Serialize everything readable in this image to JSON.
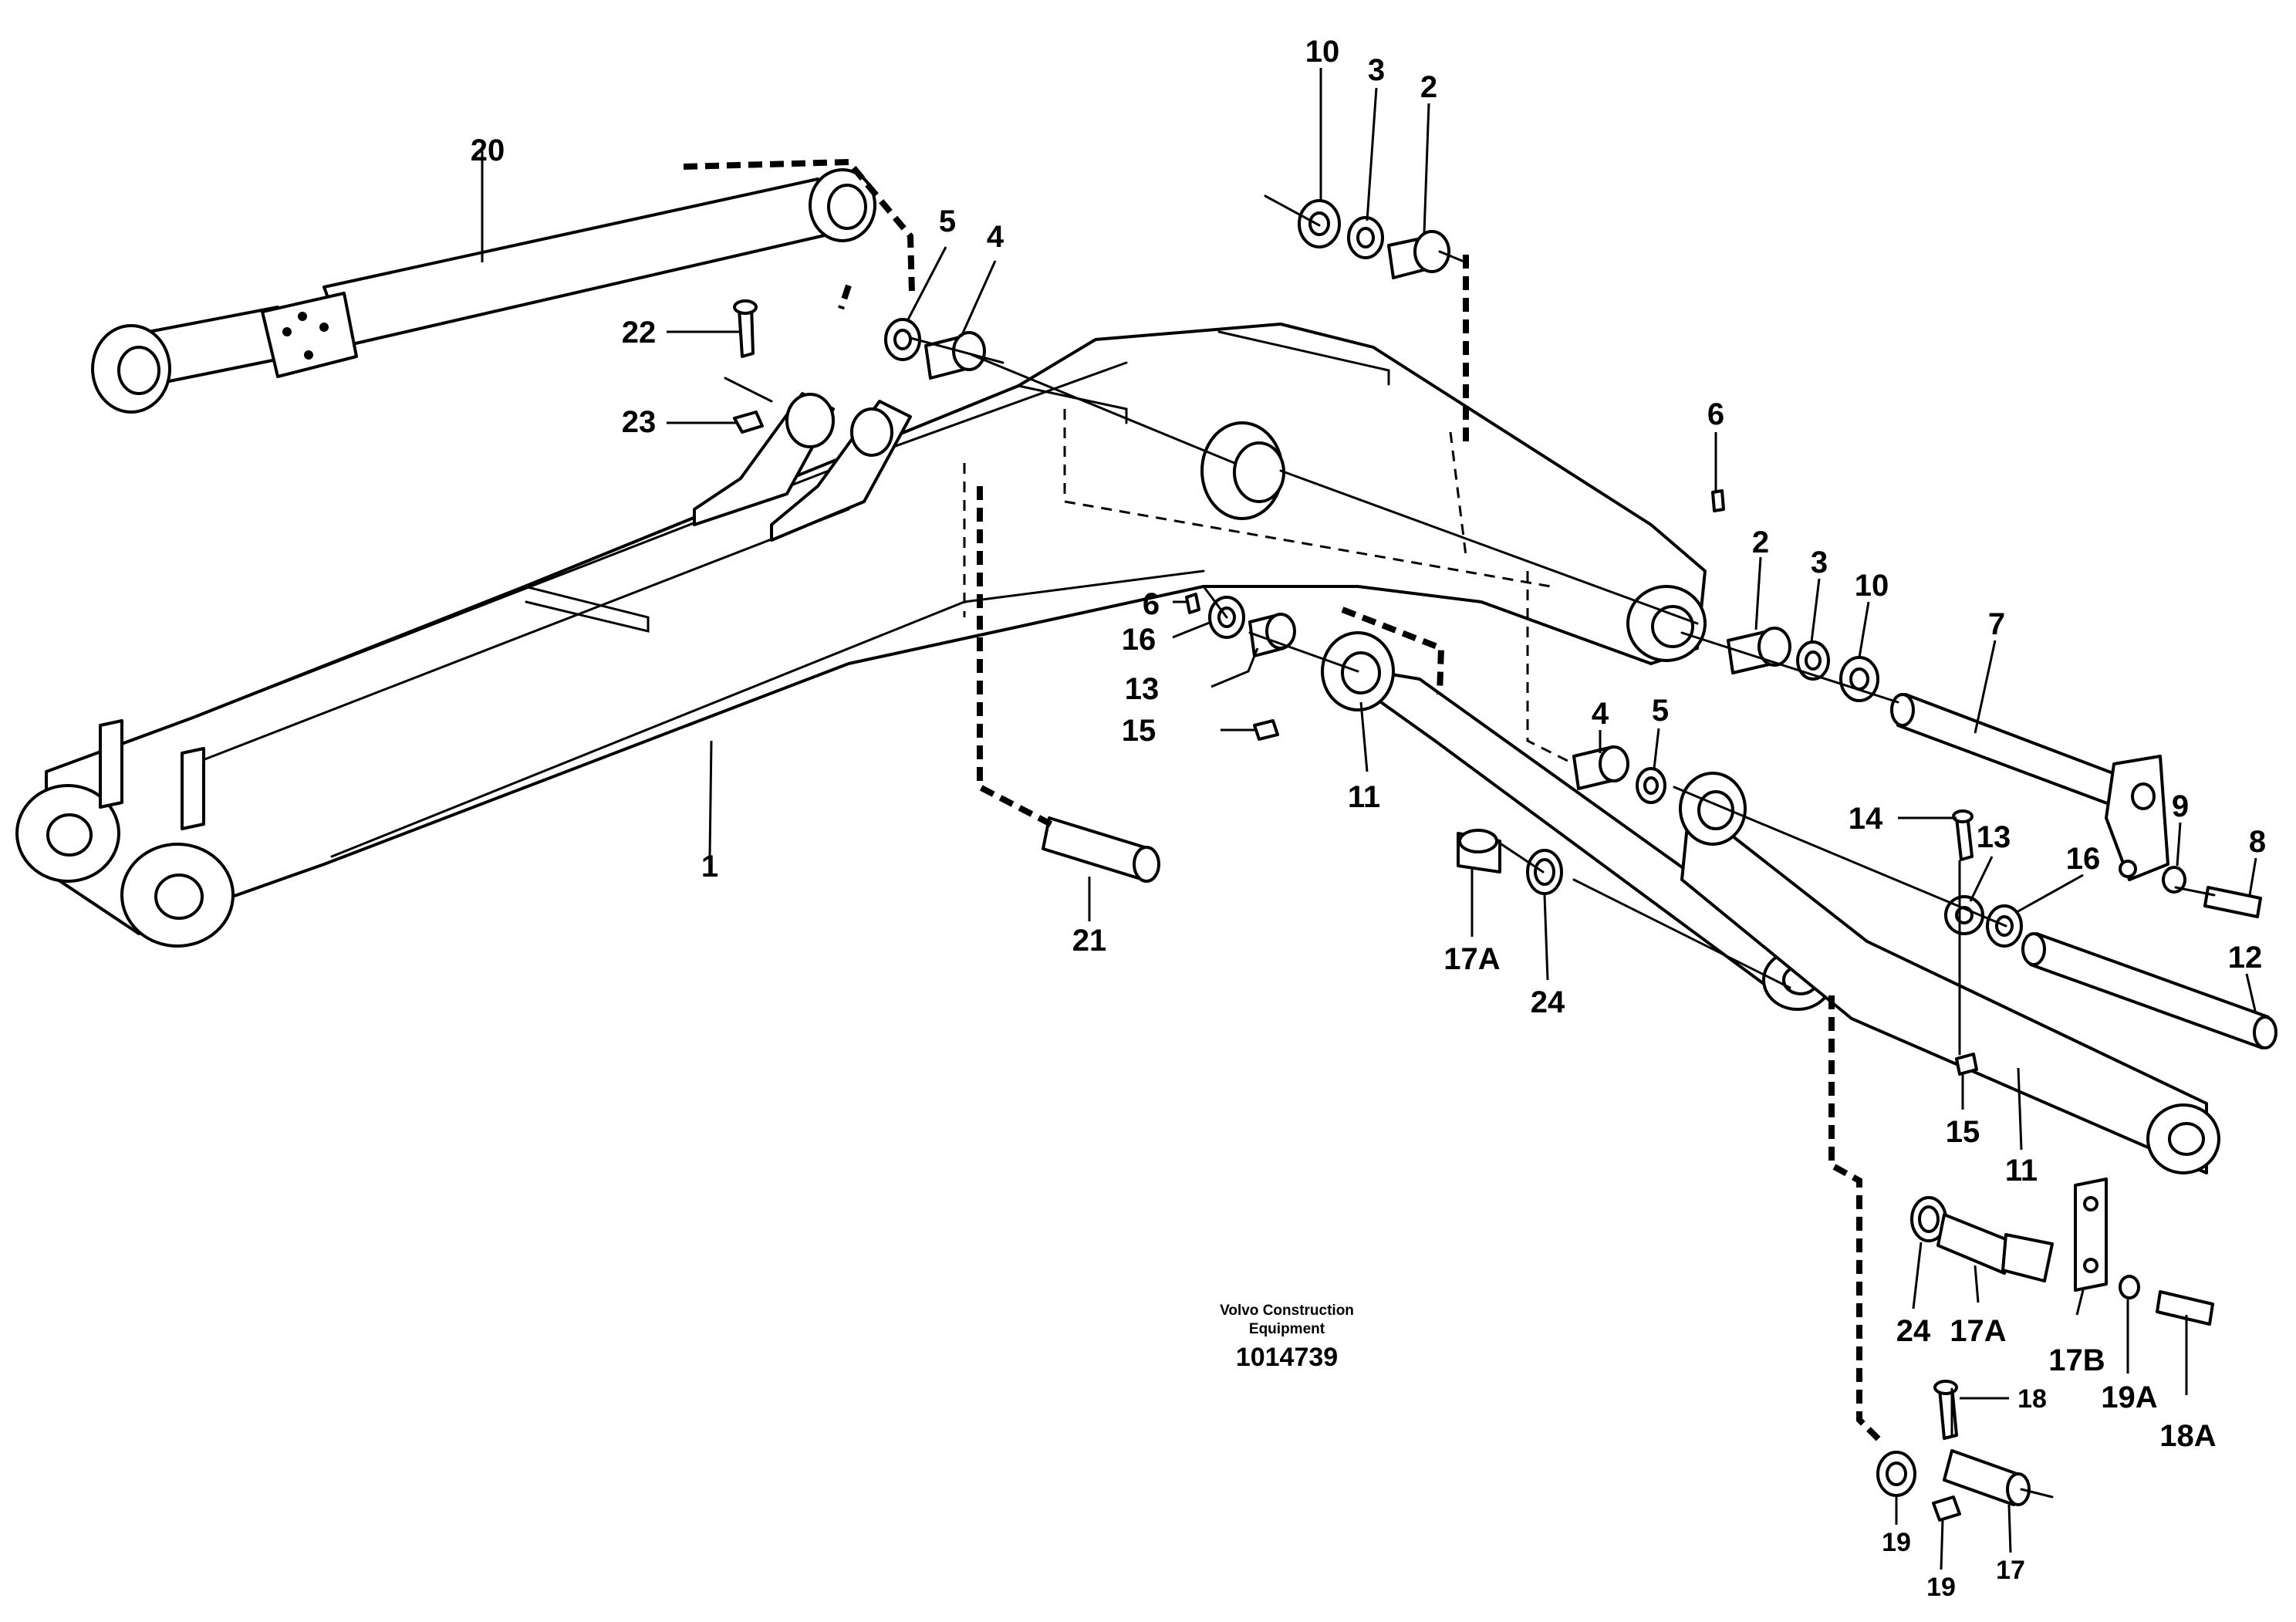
{
  "diagram": {
    "callouts": {
      "c20": "20",
      "c22": "22",
      "c23": "23",
      "c5a": "5",
      "c4a": "4",
      "c10a": "10",
      "c3a": "3",
      "c2a": "2",
      "c6a": "6",
      "c2b": "2",
      "c3b": "3",
      "c10b": "10",
      "c7": "7",
      "c6b": "6",
      "c16a": "16",
      "c13a": "13",
      "c15a": "15",
      "c11a": "11",
      "c4b": "4",
      "c5b": "5",
      "c14": "14",
      "c13b": "13",
      "c9": "9",
      "c8": "8",
      "c16b": "16",
      "c12": "12",
      "c1": "1",
      "c21": "21",
      "c17Aa": "17A",
      "c24a": "24",
      "c15b": "15",
      "c11b": "11",
      "c24b": "24",
      "c17Ab": "17A",
      "c17B": "17B",
      "c19A": "19A",
      "c18A": "18A",
      "c18": "18",
      "c19a": "19",
      "c19b": "19",
      "c17": "17"
    },
    "caption_line1": "Volvo Construction",
    "caption_line2": "Equipment",
    "doc_number": "1014739"
  }
}
